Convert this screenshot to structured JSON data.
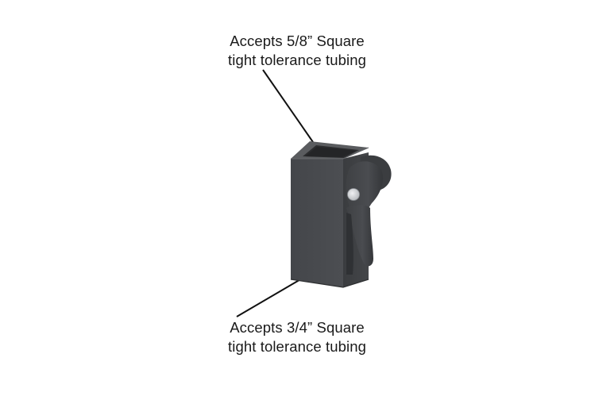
{
  "callouts": {
    "top": {
      "line1": "Accepts 5/8” Square",
      "line2": "tight tolerance tubing"
    },
    "bottom": {
      "line1": "Accepts 3/4” Square",
      "line2": "tight tolerance tubing"
    }
  },
  "colors": {
    "background": "#ffffff",
    "text": "#1a1a1a",
    "leader_line": "#111111",
    "part_front": "#4a4c4f",
    "part_side": "#3e4043",
    "part_top_rim": "#5a5c5f",
    "part_inner": "#2c2d2f",
    "lever": "#46484b",
    "pin": "#d8dadd"
  }
}
